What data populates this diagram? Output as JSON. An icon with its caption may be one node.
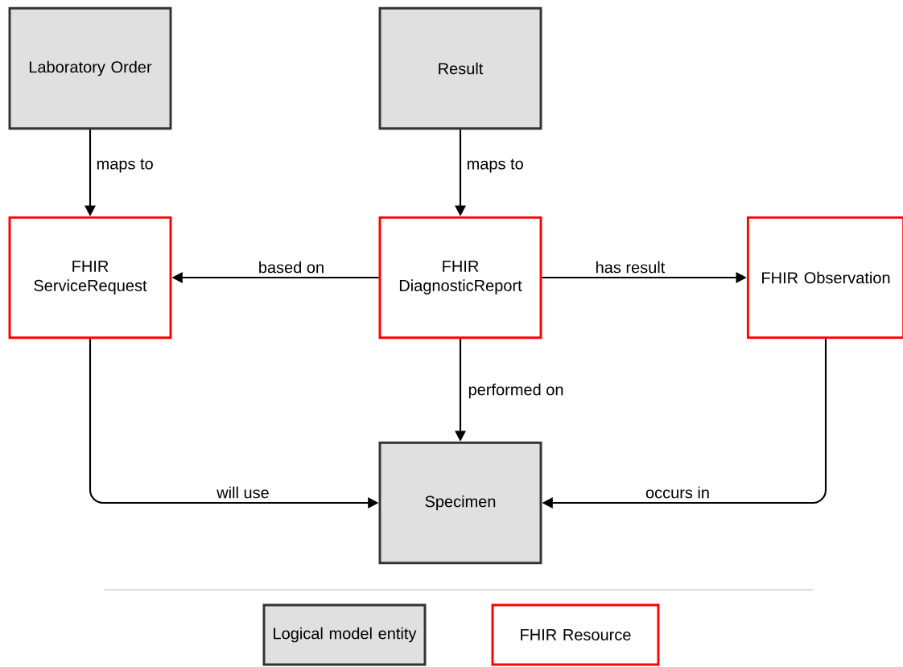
{
  "diagram": {
    "nodes": [
      {
        "text": [
          "Laboratory Order"
        ]
      },
      {
        "text": [
          "Result"
        ]
      },
      {
        "text": [
          "FHIR ServiceRequest"
        ]
      },
      {
        "text": [
          "FHIR DiagnosticReport"
        ]
      },
      {
        "text": [
          "FHIR Observation"
        ]
      },
      {
        "text": [
          "Specimen"
        ]
      }
    ],
    "edges": [
      {
        "from": 0,
        "to": 2,
        "arrow": "to",
        "label": "maps to"
      },
      {
        "from": 1,
        "to": 3,
        "arrow": "to",
        "label": "maps to"
      },
      {
        "from": 3,
        "to": 2,
        "arrow": "to",
        "label": "based on"
      },
      {
        "from": 3,
        "to": 4,
        "arrow": "to",
        "label": "has result"
      },
      {
        "from": 3,
        "to": 5,
        "arrow": "to",
        "label": "performed on"
      },
      {
        "from": 2,
        "to": 5,
        "arrow": "to",
        "label": "will use"
      },
      {
        "from": 4,
        "to": 5,
        "arrow": "to",
        "label": "occurs in"
      }
    ],
    "legend": [
      {
        "text": "Logical model entity",
        "color": "#e0e0e0"
      },
      {
        "text": "FHIR Resource"
      }
    ]
  }
}
